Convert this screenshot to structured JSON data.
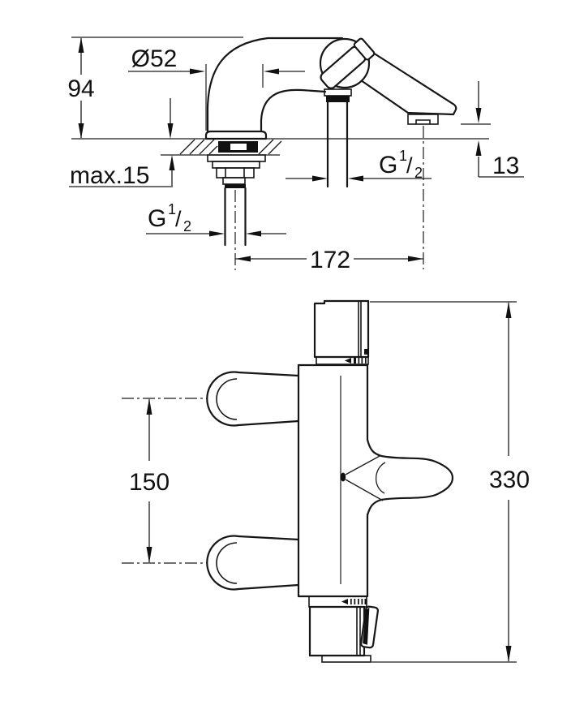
{
  "drawing": {
    "kind": "faucet-technical-dimension-drawing",
    "background": "#ffffff",
    "line_color": "#161616"
  },
  "dims": {
    "escutcheon_diameter": "Ø52",
    "spout_height": "94",
    "deck_max_thickness": "max.15",
    "outlet_to_deck": "13",
    "spout_reach": "172",
    "connection_spacing": "150",
    "overall_height": "330",
    "thread": {
      "g": "G",
      "sup": "1",
      "slash": "/",
      "sub": "2"
    }
  }
}
